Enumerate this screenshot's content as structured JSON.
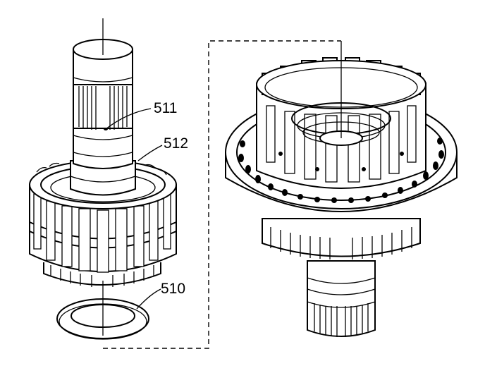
{
  "labels": {
    "part_511": "511",
    "part_512": "512",
    "part_510": "510"
  },
  "colors": {
    "ink": "#000000",
    "paper": "#ffffff"
  }
}
